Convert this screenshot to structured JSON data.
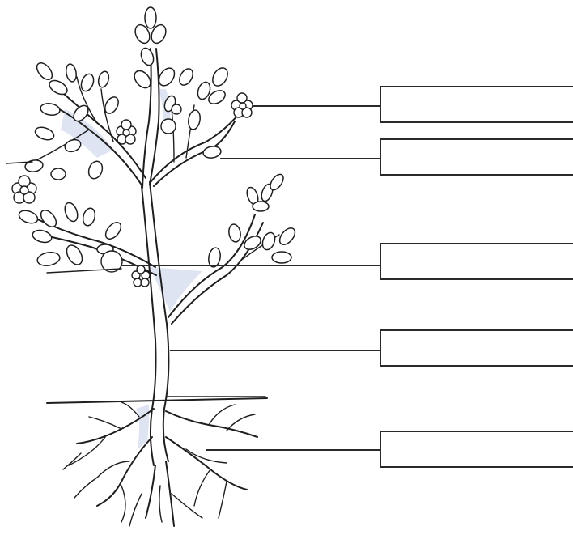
{
  "diagram": {
    "label_boxes": [
      {
        "id": "flower",
        "text": ""
      },
      {
        "id": "leaf",
        "text": ""
      },
      {
        "id": "branch",
        "text": ""
      },
      {
        "id": "stem",
        "text": ""
      },
      {
        "id": "root",
        "text": ""
      }
    ]
  },
  "colors": {
    "ink": "#1e1e1e",
    "shade": "#dfe4f3",
    "background": "#ffffff"
  }
}
